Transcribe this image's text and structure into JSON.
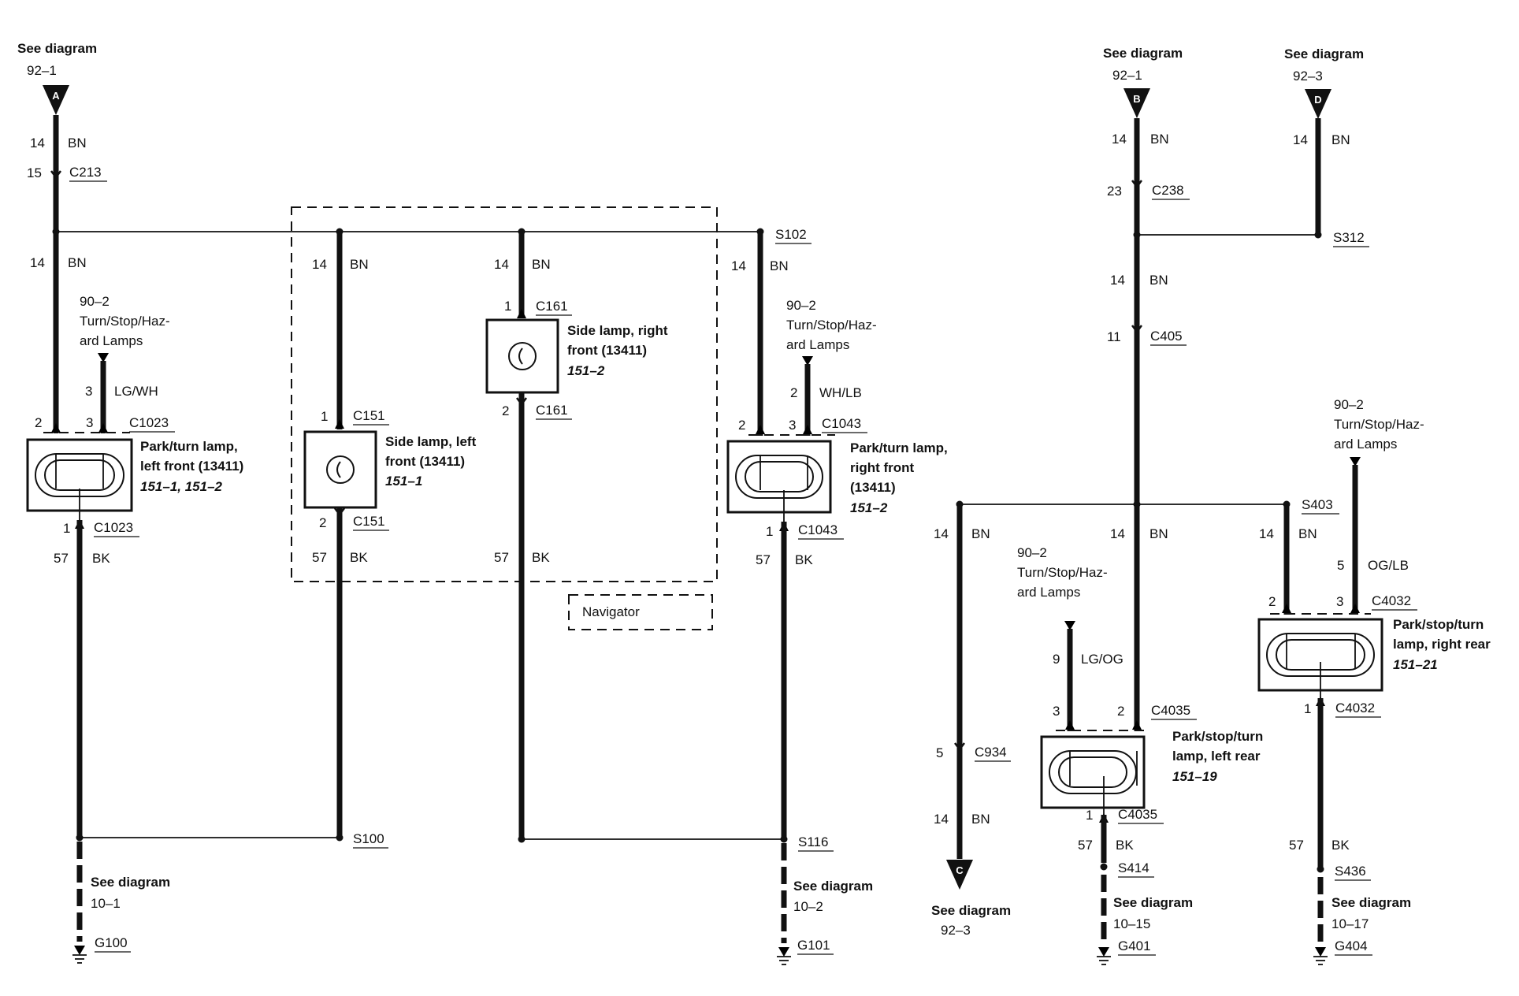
{
  "refs": {
    "ref_a": {
      "see": "See diagram",
      "num": "92–1",
      "letter": "A"
    },
    "ref_b": {
      "see": "See diagram",
      "num": "92–1",
      "letter": "B"
    },
    "ref_d": {
      "see": "See diagram",
      "num": "92–3",
      "letter": "D"
    },
    "ref_c": {
      "see": "See diagram",
      "num": "92–3",
      "letter": "C"
    }
  },
  "wire_labels": {
    "w_a_14": "14",
    "w_a_bn": "BN",
    "w_a_15": "15",
    "w_left_14": "14",
    "w_left_bn": "BN",
    "w_lgwh_3": "3",
    "w_lgwh": "LG/WH",
    "w_c1023_2": "2",
    "w_c1023_3": "3",
    "w_c1023_1": "1",
    "w_left_57": "57",
    "w_left_bk": "BK",
    "w_c151_14": "14",
    "w_c151_bn": "BN",
    "w_c151_1": "1",
    "w_c151_2": "2",
    "w_c151_57": "57",
    "w_c151_bk": "BK",
    "w_c161_14": "14",
    "w_c161_bn": "BN",
    "w_c161_1": "1",
    "w_c161_2": "2",
    "w_c161_57": "57",
    "w_c161_bk": "BK",
    "w_rf_14": "14",
    "w_rf_bn": "BN",
    "w_whlb_2": "2",
    "w_whlb": "WH/LB",
    "w_c1043_2": "2",
    "w_c1043_3": "3",
    "w_c1043_1": "1",
    "w_rf_57": "57",
    "w_rf_bk": "BK",
    "w_b_14": "14",
    "w_b_bn": "BN",
    "w_b_23": "23",
    "w_d_14": "14",
    "w_d_bn": "BN",
    "w_mid_14": "14",
    "w_mid_bn": "BN",
    "w_b_11": "11",
    "w_c_14": "14",
    "w_c_bn": "BN",
    "w_c_5": "5",
    "w_c_14b": "14",
    "w_c_bnb": "BN",
    "w_lr_14": "14",
    "w_lr_bn": "BN",
    "w_lgog_9": "9",
    "w_lgog": "LG/OG",
    "w_c4035_3": "3",
    "w_c4035_2": "2",
    "w_c4035_1": "1",
    "w_lr_57": "57",
    "w_lr_bk": "BK",
    "w_rr_14": "14",
    "w_rr_bn": "BN",
    "w_oglb_5": "5",
    "w_oglb": "OG/LB",
    "w_c4032_2": "2",
    "w_c4032_3": "3",
    "w_c4032_1": "1",
    "w_rr_57": "57",
    "w_rr_bk": "BK"
  },
  "connectors": {
    "c213": "C213",
    "s102": "S102",
    "c1023_top": "C1023",
    "c1023_bot": "C1023",
    "c151_top": "C151",
    "c151_bot": "C151",
    "c161_top": "C161",
    "c161_bot": "C161",
    "c1043_top": "C1043",
    "c1043_bot": "C1043",
    "s100": "S100",
    "s116": "S116",
    "g100": "G100",
    "g101": "G101",
    "c238": "C238",
    "s312": "S312",
    "c405": "C405",
    "s403": "S403",
    "c934": "C934",
    "c4035_top": "C4035",
    "c4035_bot": "C4035",
    "c4032_top": "C4032",
    "c4032_bot": "C4032",
    "s414": "S414",
    "s436": "S436",
    "g401": "G401",
    "g404": "G404"
  },
  "feed_notes": {
    "left_front": [
      "90–2",
      "Turn/Stop/Haz-",
      "ard Lamps"
    ],
    "right_front": [
      "90–2",
      "Turn/Stop/Haz-",
      "ard Lamps"
    ],
    "left_rear": [
      "90–2",
      "Turn/Stop/Haz-",
      "ard Lamps"
    ],
    "right_rear": [
      "90–2",
      "Turn/Stop/Haz-",
      "ard Lamps"
    ]
  },
  "components": {
    "park_lf": {
      "l1": "Park/turn lamp,",
      "l2": "left front (13411)",
      "l3": "151–1, 151–2"
    },
    "side_lf": {
      "l1": "Side lamp, left",
      "l2": "front (13411)",
      "l3": "151–1"
    },
    "side_rf": {
      "l1": "Side lamp, right",
      "l2": "front (13411)",
      "l3": "151–2"
    },
    "park_rf": {
      "l1": "Park/turn lamp,",
      "l2": "right front",
      "l3": "(13411)",
      "l4": "151–2"
    },
    "park_lr": {
      "l1": "Park/stop/turn",
      "l2": "lamp, left rear",
      "l3": "151–19"
    },
    "park_rr": {
      "l1": "Park/stop/turn",
      "l2": "lamp, right rear",
      "l3": "151–21"
    }
  },
  "option_box": {
    "label": "Navigator"
  },
  "ground_notes": {
    "g100": {
      "see": "See diagram",
      "num": "10–1"
    },
    "g101": {
      "see": "See diagram",
      "num": "10–2"
    },
    "g401": {
      "see": "See diagram",
      "num": "10–15"
    },
    "g404": {
      "see": "See diagram",
      "num": "10–17"
    }
  }
}
